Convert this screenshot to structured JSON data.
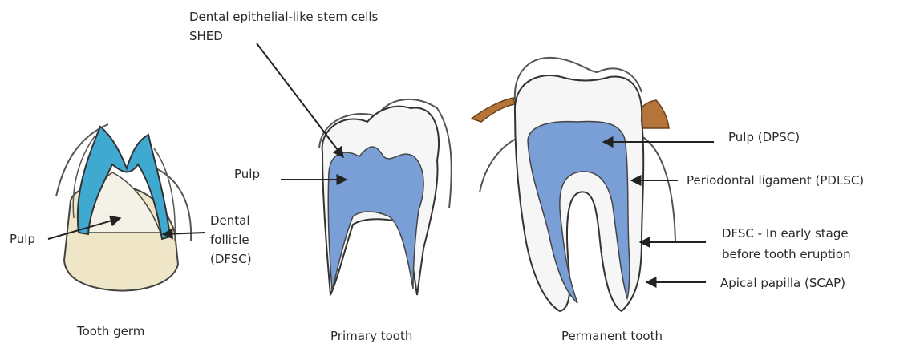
{
  "colors": {
    "pulp_blue": "#7a9fd6",
    "germ_blue": "#3fa9cf",
    "germ_base": "#efe6c8",
    "bone_brown": "#b5743a",
    "enamel_fill": "#f6f6f6",
    "outline": "#333333"
  },
  "panels": {
    "tooth_germ": {
      "caption": "Tooth germ",
      "labels": {
        "pulp": "Pulp",
        "follicle_line1": "Dental",
        "follicle_line2": "follicle",
        "follicle_line3": "(DFSC)"
      }
    },
    "primary_tooth": {
      "caption": "Primary tooth",
      "labels": {
        "top_line1": "Dental epithelial-like stem cells",
        "top_line2": "SHED",
        "pulp": "Pulp"
      }
    },
    "permanent_tooth": {
      "caption": "Permanent tooth",
      "labels": {
        "pulp": "Pulp (DPSC)",
        "ligament": "Periodontal ligament (PDLSC)",
        "dfsc_line1": "DFSC - In early stage",
        "dfsc_line2": "before tooth eruption",
        "apical": "Apical papilla (SCAP)"
      }
    }
  }
}
